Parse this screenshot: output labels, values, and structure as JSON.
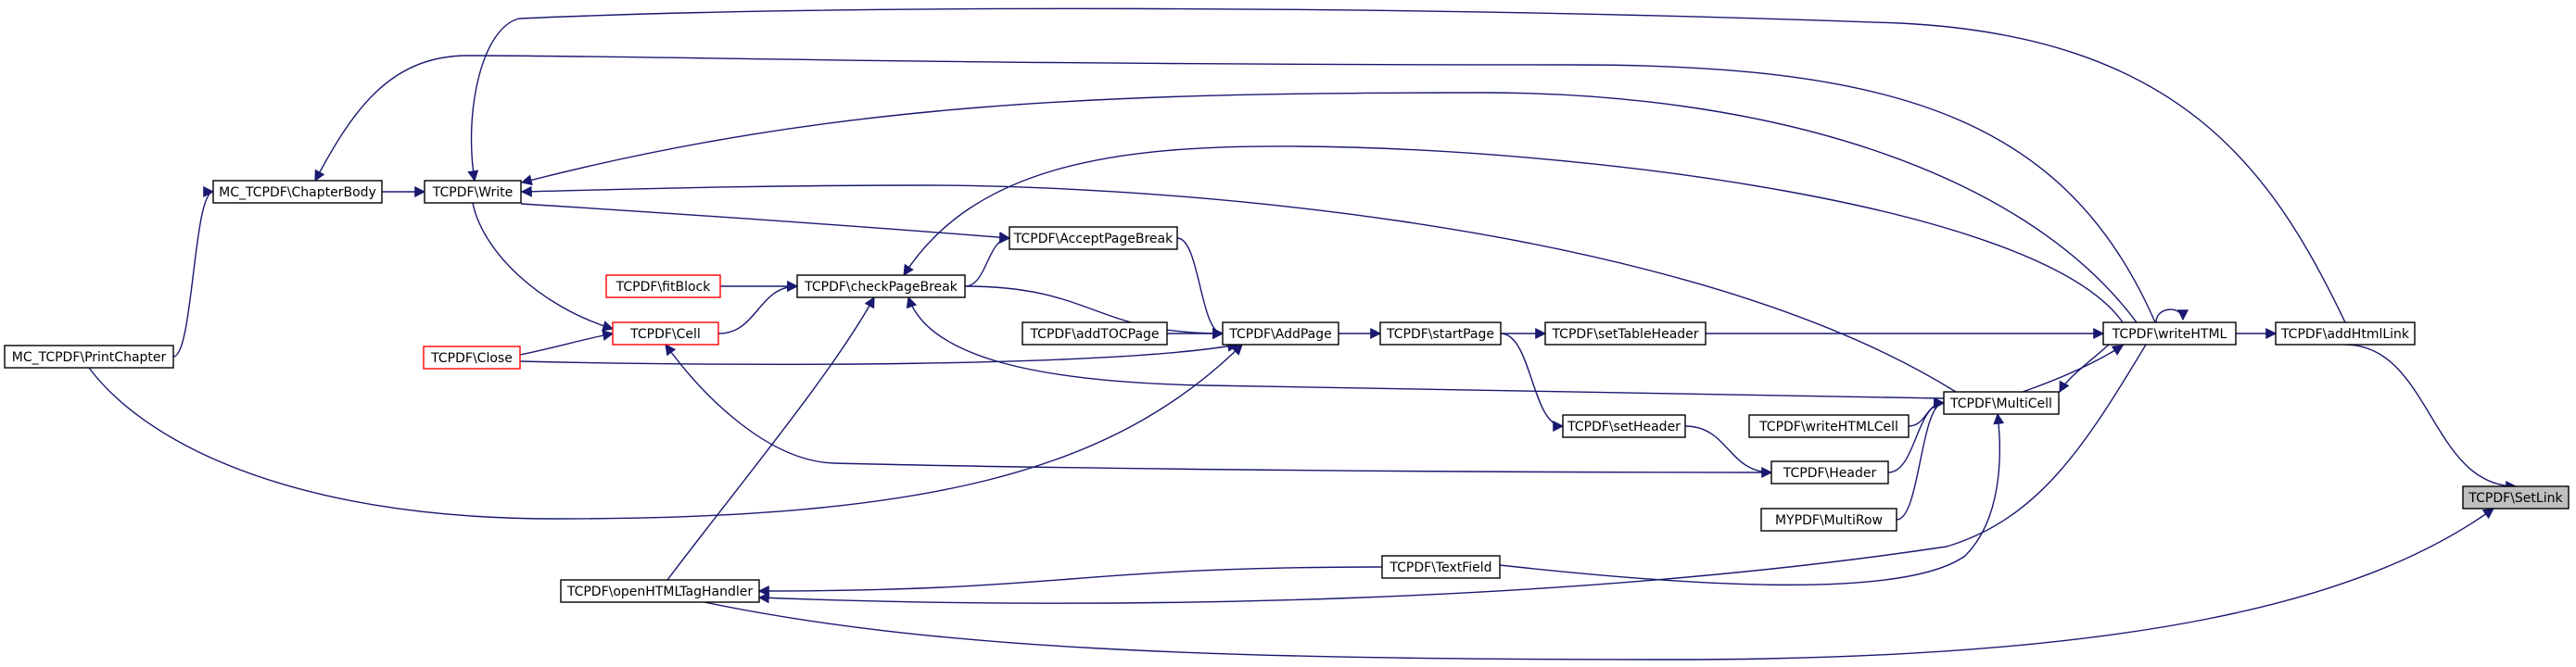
{
  "graph": {
    "direction": "right-to-left",
    "edge_color": "#191970",
    "nodes": [
      {
        "id": "setlink",
        "label": "TCPDF\\SetLink",
        "style": "focus"
      },
      {
        "id": "addhtmllink",
        "label": "TCPDF\\addHtmlLink",
        "style": "normal"
      },
      {
        "id": "writehtml",
        "label": "TCPDF\\writeHTML",
        "style": "normal"
      },
      {
        "id": "multicell",
        "label": "TCPDF\\MultiCell",
        "style": "normal"
      },
      {
        "id": "settableheader",
        "label": "TCPDF\\setTableHeader",
        "style": "normal"
      },
      {
        "id": "startpage",
        "label": "TCPDF\\startPage",
        "style": "normal"
      },
      {
        "id": "addpage",
        "label": "TCPDF\\AddPage",
        "style": "normal"
      },
      {
        "id": "acceptpagebreak",
        "label": "TCPDF\\AcceptPageBreak",
        "style": "normal"
      },
      {
        "id": "addtocpage",
        "label": "TCPDF\\addTOCPage",
        "style": "normal"
      },
      {
        "id": "checkpagebreak",
        "label": "TCPDF\\checkPageBreak",
        "style": "normal"
      },
      {
        "id": "fitblock",
        "label": "TCPDF\\fitBlock",
        "style": "red"
      },
      {
        "id": "cell",
        "label": "TCPDF\\Cell",
        "style": "red"
      },
      {
        "id": "close",
        "label": "TCPDF\\Close",
        "style": "red"
      },
      {
        "id": "write",
        "label": "TCPDF\\Write",
        "style": "normal"
      },
      {
        "id": "chapterbody",
        "label": "MC_TCPDF\\ChapterBody",
        "style": "normal"
      },
      {
        "id": "printchapter",
        "label": "MC_TCPDF\\PrintChapter",
        "style": "normal"
      },
      {
        "id": "openhtmltaghandler",
        "label": "TCPDF\\openHTMLTagHandler",
        "style": "normal"
      },
      {
        "id": "textfield",
        "label": "TCPDF\\TextField",
        "style": "normal"
      },
      {
        "id": "setheader",
        "label": "TCPDF\\setHeader",
        "style": "normal"
      },
      {
        "id": "header",
        "label": "TCPDF\\Header",
        "style": "normal"
      },
      {
        "id": "writehtmlcell",
        "label": "TCPDF\\writeHTMLCell",
        "style": "normal"
      },
      {
        "id": "multirow",
        "label": "MYPDF\\MultiRow",
        "style": "normal"
      }
    ],
    "edges": [
      {
        "from": "addhtmllink",
        "to": "setlink"
      },
      {
        "from": "openhtmltaghandler",
        "to": "setlink"
      },
      {
        "from": "writehtml",
        "to": "addhtmllink"
      },
      {
        "from": "writehtml",
        "to": "writehtml"
      },
      {
        "from": "multicell",
        "to": "writehtml"
      },
      {
        "from": "writehtml",
        "to": "multicell"
      },
      {
        "from": "writehtml",
        "to": "write"
      },
      {
        "from": "writehtml",
        "to": "checkpagebreak"
      },
      {
        "from": "writehtml",
        "to": "openhtmltaghandler"
      },
      {
        "from": "settableheader",
        "to": "writehtml"
      },
      {
        "from": "startpage",
        "to": "settableheader"
      },
      {
        "from": "addpage",
        "to": "startpage"
      },
      {
        "from": "startpage",
        "to": "setheader"
      },
      {
        "from": "setheader",
        "to": "header"
      },
      {
        "from": "header",
        "to": "multicell"
      },
      {
        "from": "writehtmlcell",
        "to": "multicell"
      },
      {
        "from": "multirow",
        "to": "multicell"
      },
      {
        "from": "textfield",
        "to": "multicell"
      },
      {
        "from": "multicell",
        "to": "checkpagebreak"
      },
      {
        "from": "multicell",
        "to": "write"
      },
      {
        "from": "header",
        "to": "cell"
      },
      {
        "from": "acceptpagebreak",
        "to": "addpage"
      },
      {
        "from": "checkpagebreak",
        "to": "addpage"
      },
      {
        "from": "addtocpage",
        "to": "addpage"
      },
      {
        "from": "close",
        "to": "addpage"
      },
      {
        "from": "printchapter",
        "to": "addpage"
      },
      {
        "from": "checkpagebreak",
        "to": "acceptpagebreak"
      },
      {
        "from": "write",
        "to": "acceptpagebreak"
      },
      {
        "from": "fitblock",
        "to": "checkpagebreak"
      },
      {
        "from": "cell",
        "to": "checkpagebreak"
      },
      {
        "from": "openhtmltaghandler",
        "to": "checkpagebreak"
      },
      {
        "from": "close",
        "to": "cell"
      },
      {
        "from": "write",
        "to": "cell"
      },
      {
        "from": "chapterbody",
        "to": "write"
      },
      {
        "from": "printchapter",
        "to": "chapterbody"
      },
      {
        "from": "writehtml",
        "to": "chapterbody"
      },
      {
        "from": "addhtmllink",
        "to": "write"
      },
      {
        "from": "textfield",
        "to": "openhtmltaghandler"
      }
    ]
  }
}
